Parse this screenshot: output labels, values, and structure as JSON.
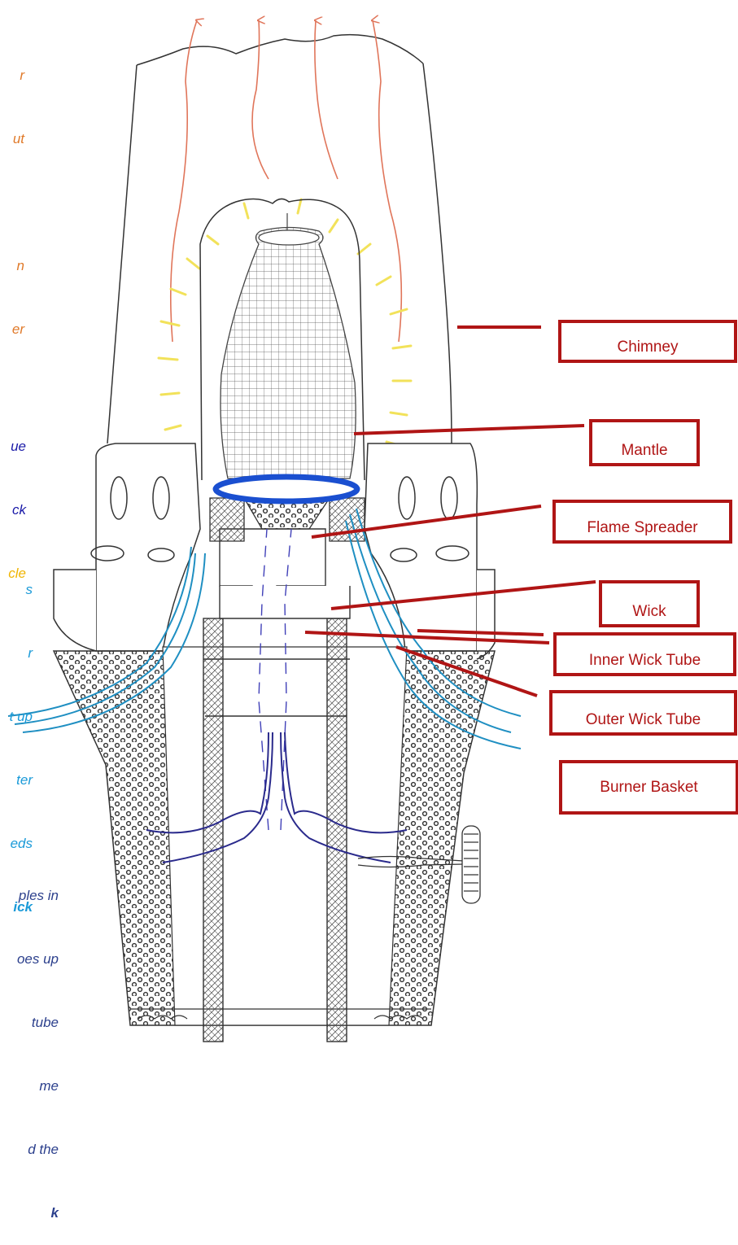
{
  "labels": {
    "chimney": "Chimney",
    "mantle": "Mantle",
    "flame_spreader": "Flame Spreader",
    "wick": "Wick",
    "inner_wick_tube": "Inner Wick Tube",
    "outer_wick_tube": "Outer Wick Tube",
    "burner_basket": "Burner Basket"
  },
  "notes": {
    "top_left": [
      "r",
      "ut",
      "n",
      "er"
    ],
    "mid_left": [
      "ue",
      "ck",
      "cle"
    ],
    "mid_left2": [
      "s",
      "r",
      "t up",
      "ter",
      "eds",
      "ick"
    ],
    "bottom_left": [
      "ples in",
      "oes up",
      "tube",
      "me",
      "d the",
      "k"
    ]
  },
  "colors": {
    "label_red": "#b01515",
    "heat_arrows": "#e0755a",
    "glow": "#f2e25a",
    "flame_ring": "#1a4fd0",
    "outer_air": "#1f8fc2",
    "inner_air": "#2a2a8c"
  }
}
